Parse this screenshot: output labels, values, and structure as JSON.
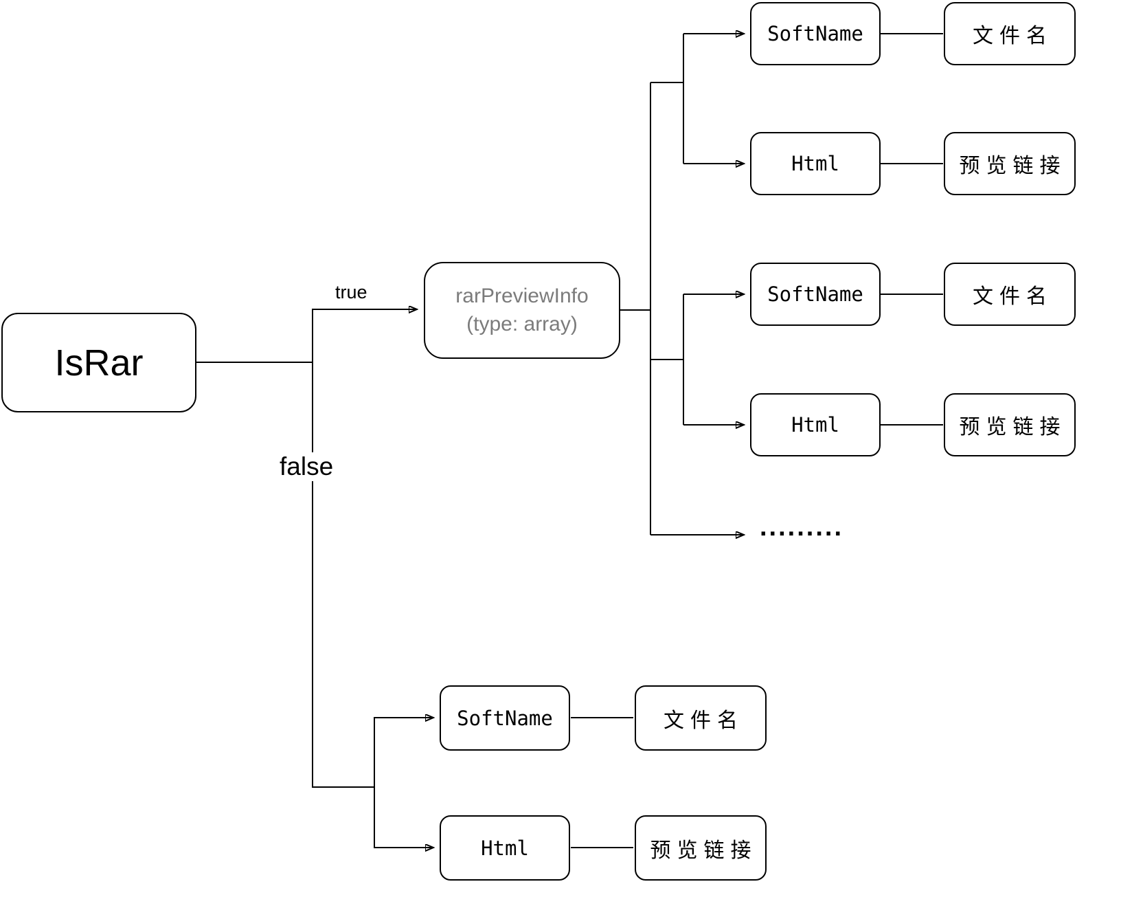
{
  "diagram": {
    "root_label": "IsRar",
    "true_label": "true",
    "false_label": "false",
    "array_node": {
      "title": "rarPreviewInfo",
      "subtitle": "(type: array)"
    },
    "true_branch": {
      "group1": {
        "softname_key": "SoftName",
        "softname_value": "文件名",
        "html_key": "Html",
        "html_value": "预览链接"
      },
      "group2": {
        "softname_key": "SoftName",
        "softname_value": "文件名",
        "html_key": "Html",
        "html_value": "预览链接"
      },
      "ellipsis": "........."
    },
    "false_branch": {
      "softname_key": "SoftName",
      "softname_value": "文件名",
      "html_key": "Html",
      "html_value": "预览链接"
    }
  },
  "colors": {
    "line": "#000000",
    "box_border": "#000000",
    "box_fill": "#ffffff",
    "muted_text": "#7b7b7b"
  }
}
